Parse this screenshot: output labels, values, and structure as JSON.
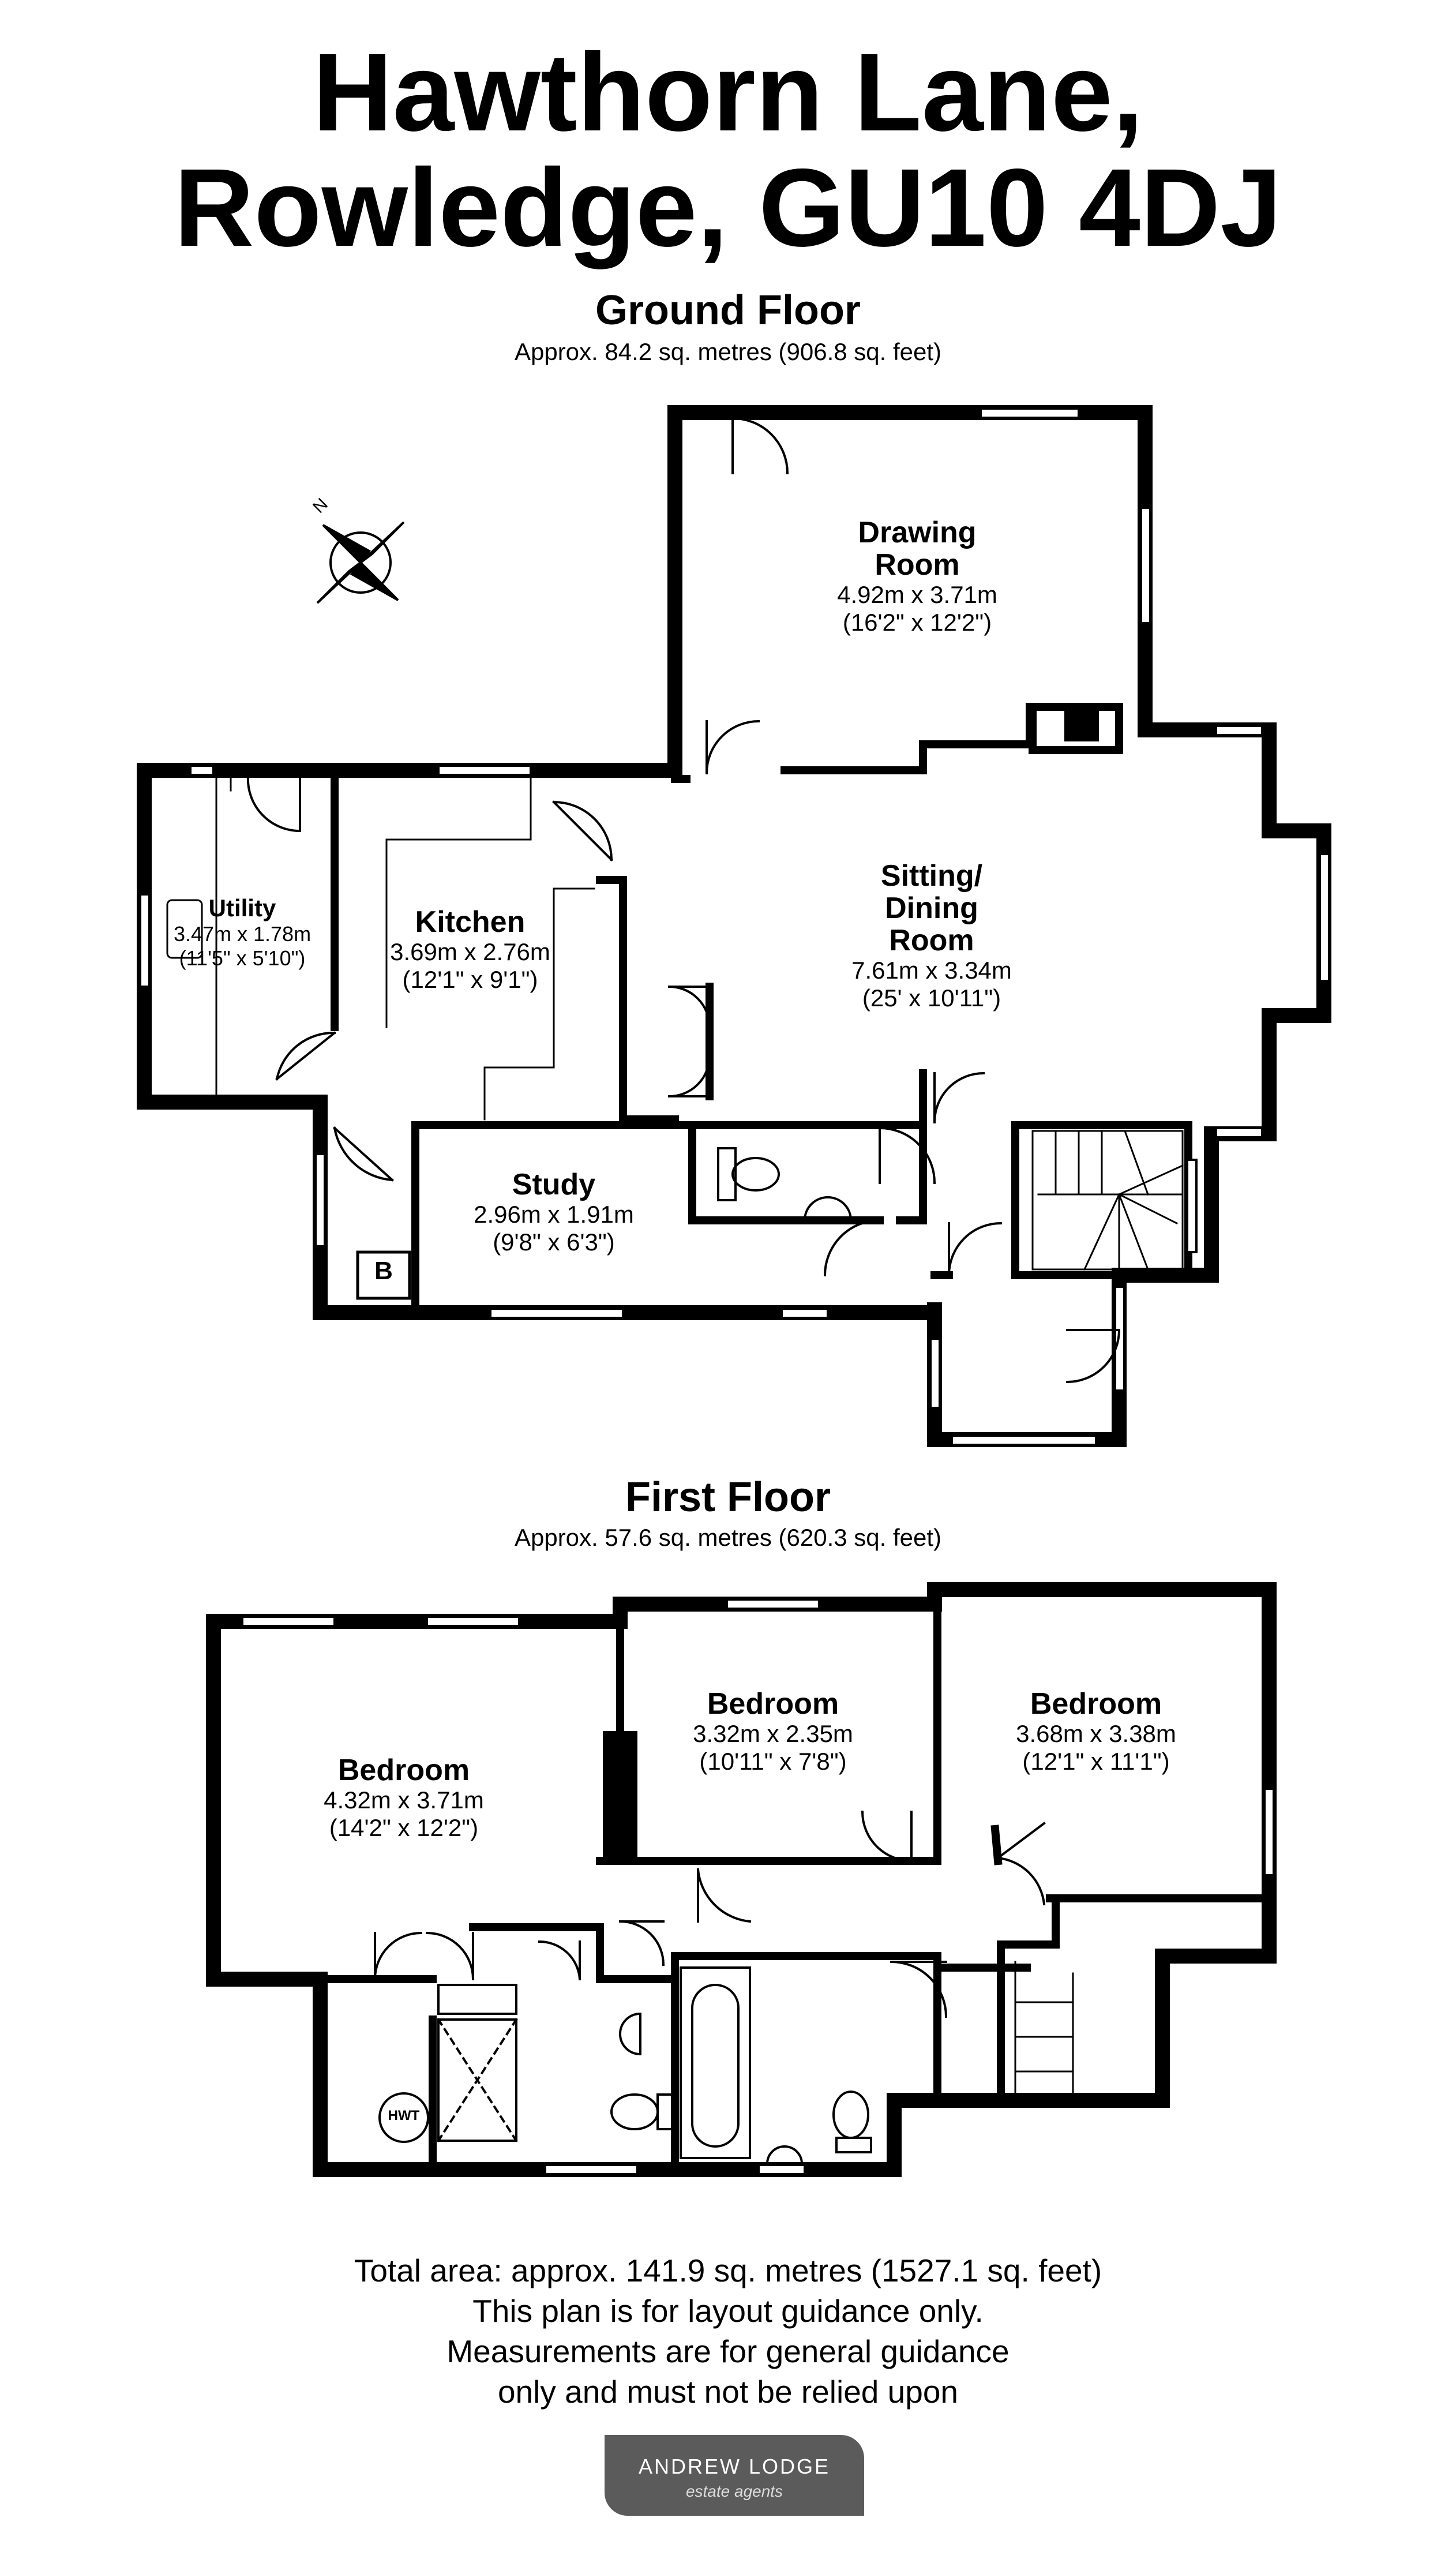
{
  "header": {
    "line1": "Hawthorn Lane,",
    "line2": "Rowledge, GU10 4DJ"
  },
  "ground_floor": {
    "title": "Ground Floor",
    "area": "Approx. 84.2 sq. metres (906.8 sq. feet)",
    "compass_label": "N",
    "rooms": {
      "drawing": {
        "name_1": "Drawing",
        "name_2": "Room",
        "dim_m": "4.92m x 3.71m",
        "dim_ft": "(16'2\" x 12'2\")"
      },
      "sitting": {
        "name_1": "Sitting/",
        "name_2": "Dining",
        "name_3": "Room",
        "dim_m": "7.61m x 3.34m",
        "dim_ft": "(25' x 10'11\")"
      },
      "utility": {
        "name": "Utility",
        "dim_m": "3.47m x 1.78m",
        "dim_ft": "(11'5\" x 5'10\")"
      },
      "kitchen": {
        "name": "Kitchen",
        "dim_m": "3.69m x 2.76m",
        "dim_ft": "(12'1\" x 9'1\")"
      },
      "study": {
        "name": "Study",
        "dim_m": "2.96m x 1.91m",
        "dim_ft": "(9'8\" x 6'3\")"
      }
    },
    "boiler_label": "B"
  },
  "first_floor": {
    "title": "First Floor",
    "area": "Approx. 57.6 sq. metres (620.3 sq. feet)",
    "rooms": {
      "bedroom1": {
        "name": "Bedroom",
        "dim_m": "4.32m x 3.71m",
        "dim_ft": "(14'2\" x 12'2\")"
      },
      "bedroom2": {
        "name": "Bedroom",
        "dim_m": "3.32m x 2.35m",
        "dim_ft": "(10'11\" x 7'8\")"
      },
      "bedroom3": {
        "name": "Bedroom",
        "dim_m": "3.68m x 3.38m",
        "dim_ft": "(12'1\" x 11'1\")"
      }
    },
    "hwt_label": "HWT"
  },
  "footer": {
    "line1": "Total area: approx. 141.9 sq. metres (1527.1 sq. feet)",
    "line2": "This plan is for layout guidance only.",
    "line3": "Measurements are for general guidance",
    "line4": "only and must not be relied upon"
  },
  "logo": {
    "line1": "ANDREW LODGE",
    "line2": "estate agents"
  },
  "colors": {
    "wall": "#000000",
    "background": "#ffffff",
    "logo_bg": "#5b5b5b"
  }
}
